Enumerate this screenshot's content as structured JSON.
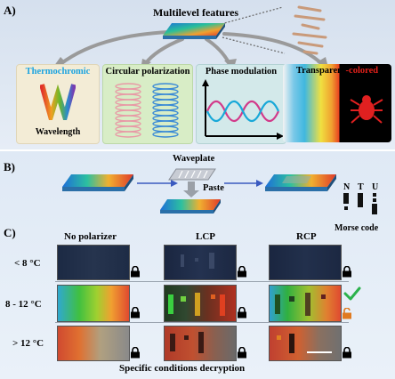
{
  "panel_a": {
    "label": "A)",
    "title": "Multilevel features",
    "features": [
      {
        "title_main": "Thermochromic",
        "caption": "Wavelength",
        "title_color": "#1aa3e0"
      },
      {
        "title_main": "Circular polarization"
      },
      {
        "title_main": "Phase modulation"
      },
      {
        "title_part1": "Transparent",
        "title_part2": "-colored",
        "part2_color": "#e0201a"
      }
    ]
  },
  "panel_b": {
    "label": "B)",
    "waveplate": "Waveplate",
    "paste": "Paste",
    "morse_letters": [
      "N",
      "T",
      "U"
    ],
    "morse_caption": "Morse code"
  },
  "panel_c": {
    "label": "C)",
    "columns": [
      "No polarizer",
      "LCP",
      "RCP"
    ],
    "rows": [
      "< 8 °C",
      "8 - 12 °C",
      "> 12 °C"
    ],
    "caption": "Specific conditions decryption"
  },
  "colors": {
    "panel_bg": "#d9e4f1",
    "thermo_box": "#f3ecd6",
    "polar_box": "#d8edc6",
    "phase_box": "#d3e9ea",
    "check": "#2bb24c",
    "unlock": "#e07a20"
  }
}
